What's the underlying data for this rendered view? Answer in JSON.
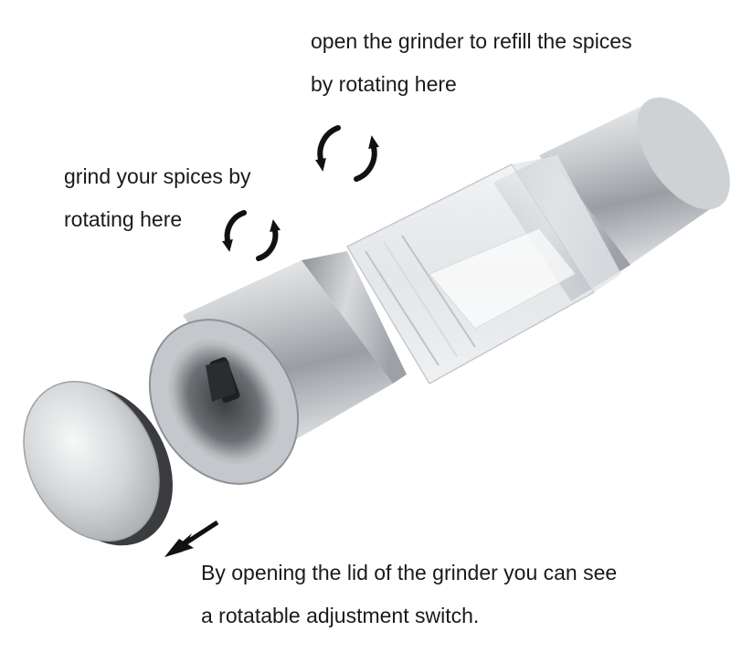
{
  "captions": {
    "refill": {
      "line1": "open the grinder to refill the spices",
      "line2": "by rotating here"
    },
    "grind": {
      "line1": "grind your spices by",
      "line2": "rotating here"
    },
    "lid": {
      "line1": "By opening the lid of the grinder you can see",
      "line2": "a rotatable adjustment switch."
    }
  },
  "icons": {
    "refill_rotate": "rotate-arrows-icon",
    "grind_rotate": "rotate-arrows-icon",
    "lid_pointer": "arrow-down-left-icon"
  },
  "colors": {
    "text": "#1a1a1a",
    "steel_light": "#e6e7e9",
    "steel_mid": "#b9bcc0",
    "steel_dark": "#7d8085",
    "arrow": "#111111"
  }
}
